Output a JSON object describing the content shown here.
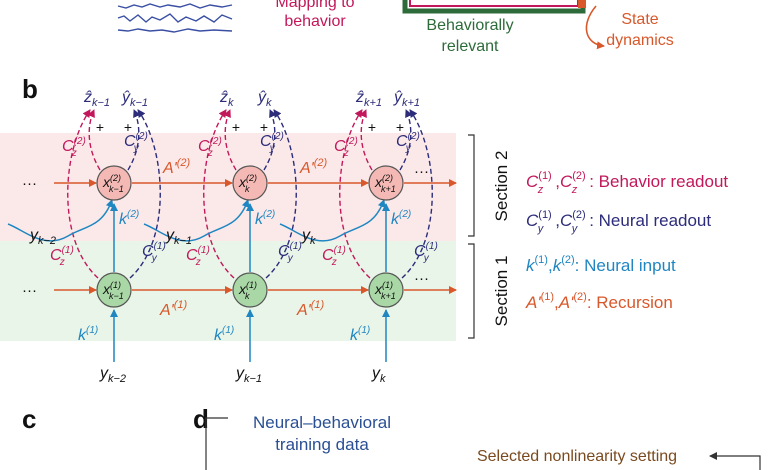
{
  "panels": {
    "b": "b",
    "c": "c",
    "d": "d"
  },
  "top": {
    "mapping_line1": "Mapping to",
    "mapping_line2": "behavior",
    "behav_line1": "Behaviorally",
    "behav_line2": "relevant",
    "state_line1": "State",
    "state_line2": "dynamics"
  },
  "sections": {
    "s2": "Section 2",
    "s1": "Section 1"
  },
  "legend": {
    "behavior_readout": {
      "symbols_text": "C_z^(1), C_z^(2)",
      "a": "C",
      "sub_a": "z",
      "sup_a": "(1)",
      "sep": ",",
      "b": "C",
      "sub_b": "z",
      "sup_b": "(2)",
      "label": ": Behavior readout"
    },
    "neural_readout": {
      "symbols_text": "C_y^(1), C_y^(2)",
      "a": "C",
      "sub_a": "y",
      "sup_a": "(1)",
      "sep": ",",
      "b": "C",
      "sub_b": "y",
      "sup_b": "(2)",
      "label": ": Neural readout"
    },
    "neural_input": {
      "symbols_text": "k^(1), k^(2)",
      "a": "k",
      "sup_a": "(1)",
      "sep": ",",
      "b": "k",
      "sup_b": "(2)",
      "label": ": Neural input"
    },
    "recursion": {
      "symbols_text": "A'^(1), A'^(2)",
      "a": "A'",
      "sup_a": "(1)",
      "sep": ",",
      "b": "A'",
      "sup_b": "(2)",
      "label": ": Recursion"
    }
  },
  "columns": [
    {
      "zhat": "ẑ",
      "zhat_sub": "k−1",
      "yhat": "ŷ",
      "yhat_sub": "k−1",
      "x2": "x",
      "x2_sup": "(2)",
      "x2_sub": "k−1",
      "x1": "x",
      "x1_sup": "(1)",
      "x1_sub": "k−1",
      "y_in": "y",
      "y_in_sub": "k−2",
      "y_side": "y",
      "y_side_sub": "k−2"
    },
    {
      "zhat": "ẑ",
      "zhat_sub": "k",
      "yhat": "ŷ",
      "yhat_sub": "k",
      "x2": "x",
      "x2_sup": "(2)",
      "x2_sub": "k",
      "x1": "x",
      "x1_sup": "(1)",
      "x1_sub": "k",
      "y_in": "y",
      "y_in_sub": "k−1",
      "y_side": "y",
      "y_side_sub": "k−1"
    },
    {
      "zhat": "ẑ",
      "zhat_sub": "k+1",
      "yhat": "ŷ",
      "yhat_sub": "k+1",
      "x2": "x",
      "x2_sup": "(2)",
      "x2_sub": "k+1",
      "x1": "x",
      "x1_sup": "(1)",
      "x1_sub": "k+1",
      "y_in": "y",
      "y_in_sub": "k",
      "y_side": "y",
      "y_side_sub": "k"
    }
  ],
  "edge_labels": {
    "Cz2": "C",
    "Cz2_sub": "z",
    "Cz2_sup": "(2)",
    "Cy2": "C",
    "Cy2_sub": "y",
    "Cy2_sup": "(2)",
    "Cz1": "C",
    "Cz1_sub": "z",
    "Cz1_sup": "(1)",
    "Cy1": "C",
    "Cy1_sub": "y",
    "Cy1_sup": "(1)",
    "k2": "k",
    "k2_sup": "(2)",
    "k1": "k",
    "k1_sup": "(1)",
    "A2": "A'",
    "A2_sup": "(2)",
    "A1": "A'",
    "A1_sup": "(1)",
    "plus": "+",
    "dots": "···"
  },
  "panel_d": {
    "title_line1": "Neural–behavioral",
    "title_line2": "training data",
    "nonlinearity": "Selected nonlinearity setting"
  },
  "colors": {
    "magenta": "#c2185b",
    "navy": "#2c2c7a",
    "blue": "#1f86c1",
    "orange": "#d8582b",
    "node_red": "#f4b9b4",
    "node_green": "#a9d8a6",
    "band_pink": "#fbe9ea",
    "band_green": "#e9f5e9"
  }
}
